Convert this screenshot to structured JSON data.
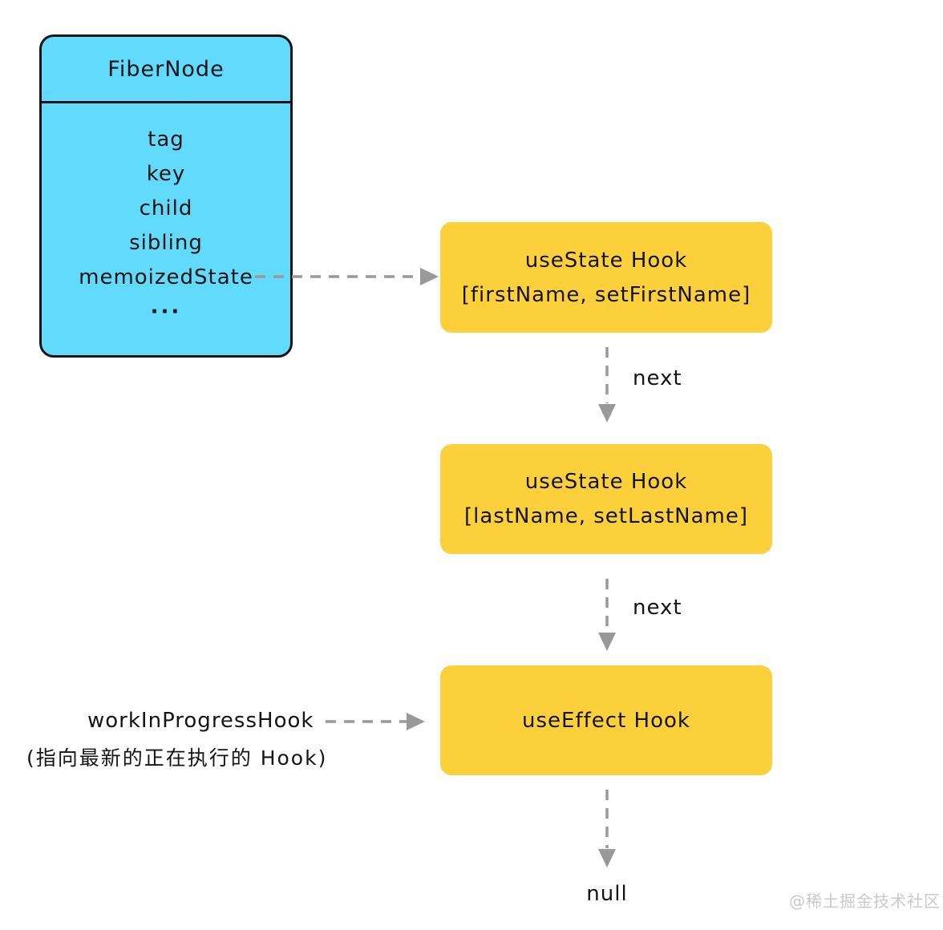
{
  "fiber_node": {
    "title": "FiberNode",
    "fields": [
      "tag",
      "key",
      "child",
      "sibling",
      "memoizedState",
      "···"
    ]
  },
  "hooks": [
    {
      "title": "useState Hook",
      "subtitle": "[firstName, setFirstName]"
    },
    {
      "title": "useState Hook",
      "subtitle": "[lastName, setLastName]"
    },
    {
      "title": "useEffect Hook"
    }
  ],
  "labels": {
    "next_1": "next",
    "next_2": "next",
    "terminal": "null",
    "pointer": "workInProgressHook",
    "pointer_note": "(指向最新的正在执行的 Hook)"
  },
  "watermark": "@稀土掘金技术社区",
  "colors": {
    "fiber_box": "#61dafb",
    "hook_box": "#fcd03a",
    "arrow": "#999999",
    "border": "#141414"
  }
}
